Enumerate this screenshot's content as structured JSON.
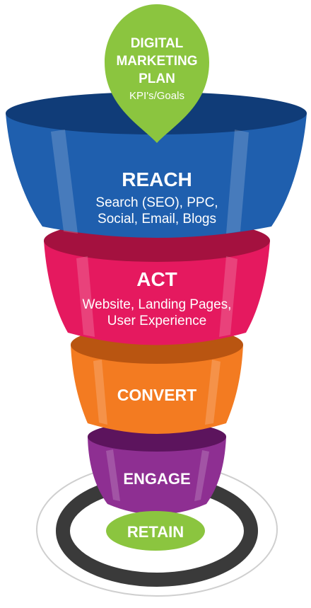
{
  "pin": {
    "title_lines": [
      "DIGITAL",
      "MARKETING",
      "PLAN"
    ],
    "subtitle": "KPI's/Goals",
    "color": "#8bc53f"
  },
  "stages": [
    {
      "label": "REACH",
      "sub_lines": [
        "Search (SEO), PPC,",
        "Social, Email, Blogs"
      ],
      "color": "#1f5fae",
      "dark": "#103c78"
    },
    {
      "label": "ACT",
      "sub_lines": [
        "Website, Landing Pages,",
        "User Experience"
      ],
      "color": "#e5195f",
      "dark": "#a4113f"
    },
    {
      "label": "CONVERT",
      "sub_lines": [],
      "color": "#f37b21",
      "dark": "#b95511"
    },
    {
      "label": "ENGAGE",
      "sub_lines": [],
      "color": "#8e2f92",
      "dark": "#5c145d"
    }
  ],
  "base": {
    "label": "RETAIN",
    "color": "#8bc53f",
    "ring_color": "#3a3a3a"
  }
}
